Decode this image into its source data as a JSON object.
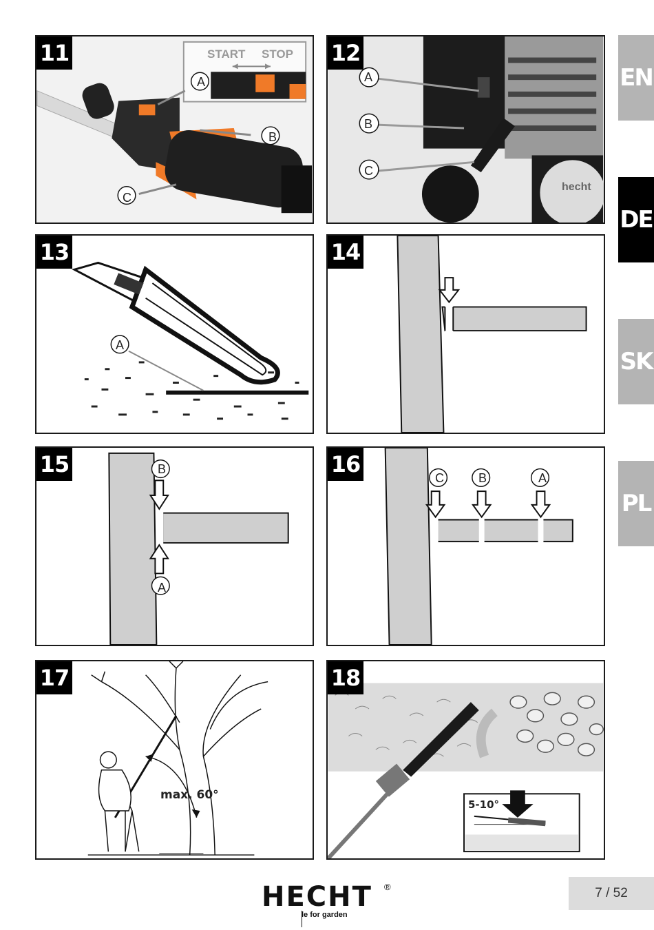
{
  "panels": [
    {
      "number": "11",
      "labels": {
        "start": "START",
        "stop": "STOP",
        "a": "A",
        "b": "B",
        "c": "C"
      }
    },
    {
      "number": "12",
      "labels": {
        "a": "A",
        "b": "B",
        "c": "C",
        "brand": "hecht"
      }
    },
    {
      "number": "13",
      "labels": {
        "a": "A"
      }
    },
    {
      "number": "14"
    },
    {
      "number": "15",
      "labels": {
        "a": "A",
        "b": "B"
      }
    },
    {
      "number": "16",
      "labels": {
        "a": "A",
        "b": "B",
        "c": "C"
      }
    },
    {
      "number": "17",
      "labels": {
        "angle": "max. 60°"
      }
    },
    {
      "number": "18",
      "labels": {
        "angle": "5-10°"
      }
    }
  ],
  "language_tabs": [
    {
      "code": "EN",
      "active": false
    },
    {
      "code": "DE",
      "active": true
    },
    {
      "code": "SK",
      "active": false
    },
    {
      "code": "PL",
      "active": false
    }
  ],
  "footer": {
    "brand": "HECHT",
    "tagline": "le for garden",
    "page": "7 / 52"
  },
  "colors": {
    "accent_orange": "#f07a28",
    "tree_gray": "#cfcfcf",
    "tab_gray": "#b4b4b4",
    "tab_active": "#000000"
  }
}
